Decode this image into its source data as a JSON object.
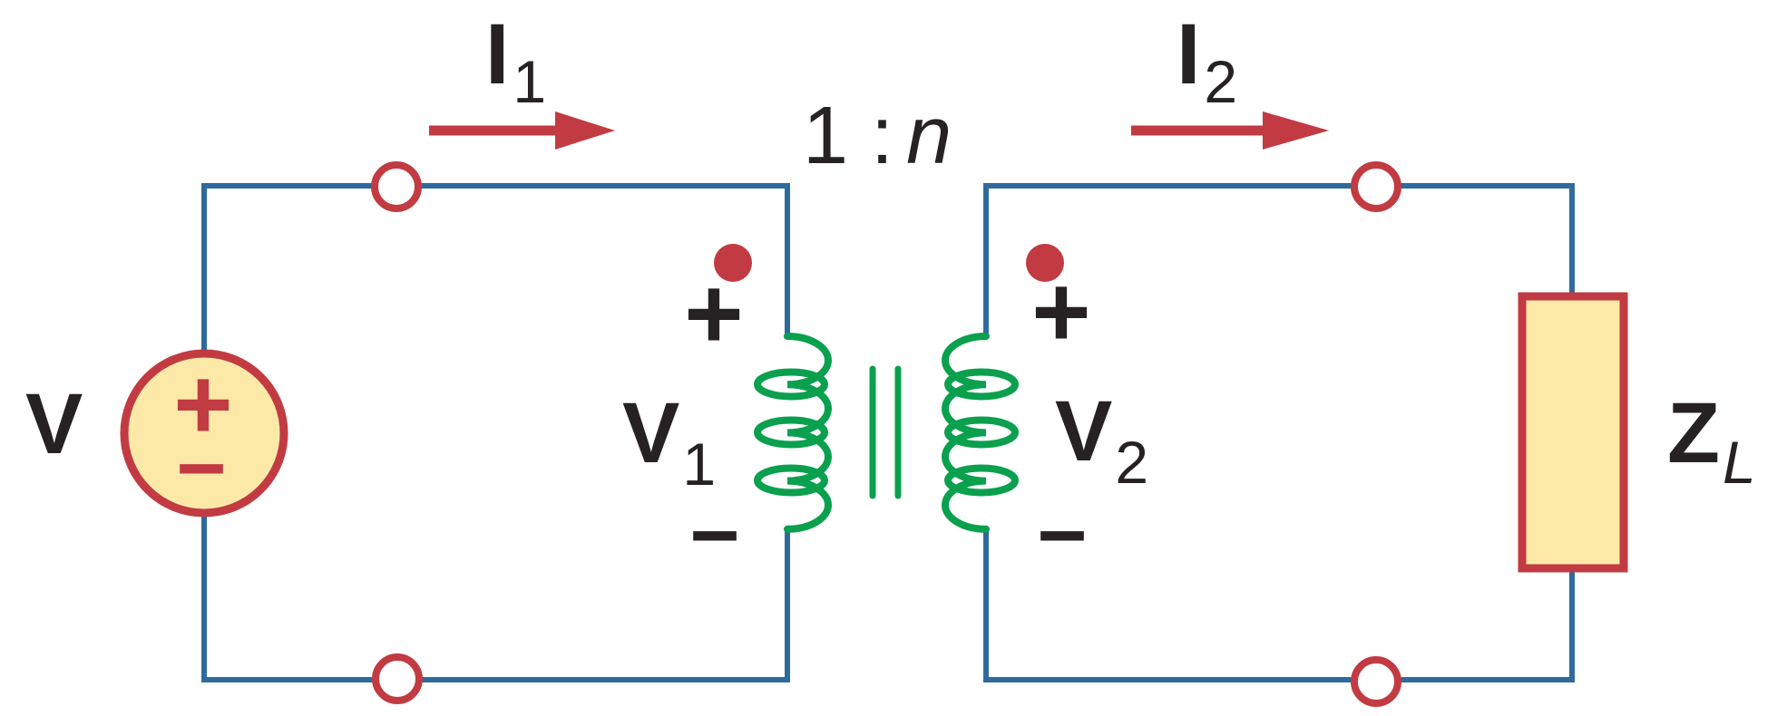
{
  "figure": {
    "kind": "circuit-diagram",
    "subject": "Ideal transformer circuit: source V driving a 1:n transformer with load ZL"
  },
  "labels": {
    "source": "V",
    "current_primary": {
      "main": "I",
      "sub": "1"
    },
    "current_secondary": {
      "main": "I",
      "sub": "2"
    },
    "turns_ratio": {
      "prefix": "1 :",
      "n": "n"
    },
    "voltage_primary": {
      "main": "V",
      "sub": "1"
    },
    "voltage_secondary": {
      "main": "V",
      "sub": "2"
    },
    "load": {
      "main": "Z",
      "sub": "L"
    },
    "polarity_plus": "+",
    "polarity_minus": "−",
    "source_plus": "+",
    "source_minus": "−"
  },
  "colors": {
    "wire_blue": "#2e6a9e",
    "accent_red": "#c23b42",
    "coil_green": "#0aa04e",
    "component_fill_yellow": "#fce9a8",
    "text_black": "#262224"
  }
}
